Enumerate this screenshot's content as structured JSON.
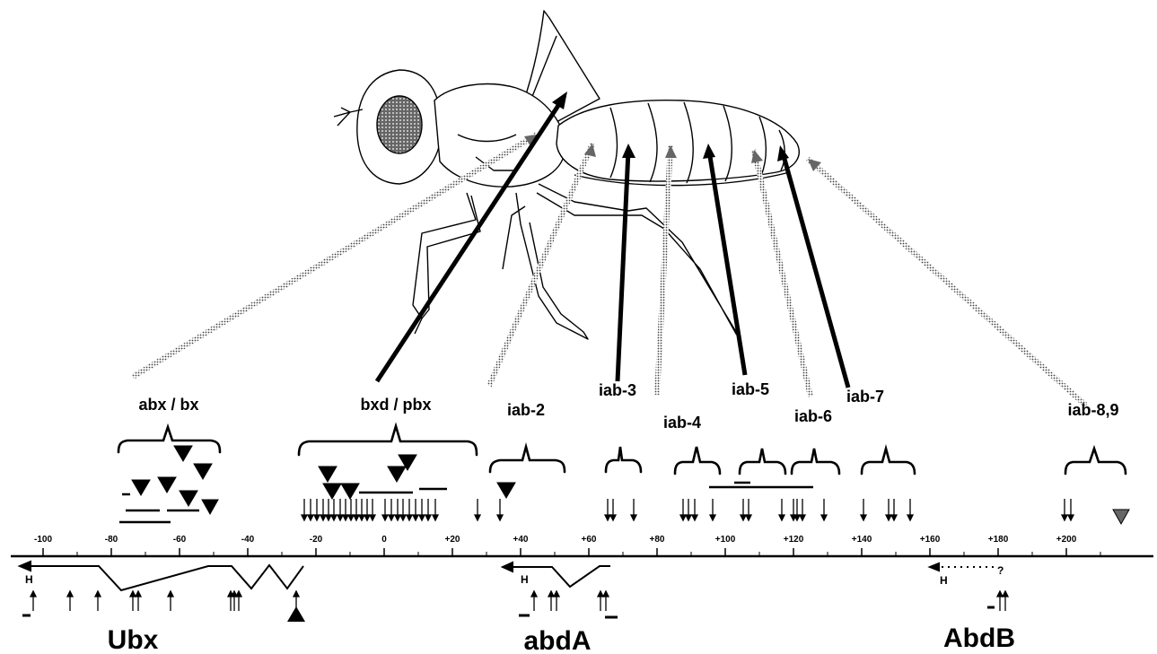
{
  "regions": [
    {
      "key": "abx",
      "label": "abx / bx"
    },
    {
      "key": "bxd",
      "label": "bxd / pbx"
    },
    {
      "key": "iab2",
      "label": "iab-2"
    },
    {
      "key": "iab3",
      "label": "iab-3"
    },
    {
      "key": "iab4",
      "label": "iab-4"
    },
    {
      "key": "iab5",
      "label": "iab-5"
    },
    {
      "key": "iab6",
      "label": "iab-6"
    },
    {
      "key": "iab7",
      "label": "iab-7"
    },
    {
      "key": "iab89",
      "label": "iab-8,9"
    }
  ],
  "genes": [
    {
      "key": "ubx",
      "label": "Ubx"
    },
    {
      "key": "abda",
      "label": "abdA"
    },
    {
      "key": "abdb",
      "label": "AbdB"
    }
  ],
  "axis": {
    "ticks": [
      "-100",
      "-80",
      "-60",
      "-40",
      "-20",
      "0",
      "+20",
      "+40",
      "+60",
      "+80",
      "+100",
      "+120",
      "+140",
      "+160",
      "+180",
      "+200"
    ]
  },
  "markers": {
    "h": "H",
    "question": "?"
  },
  "colors": {
    "solid_arrow": "#000000",
    "dotted_arrow": "#9a9a9a",
    "line": "#000000"
  }
}
